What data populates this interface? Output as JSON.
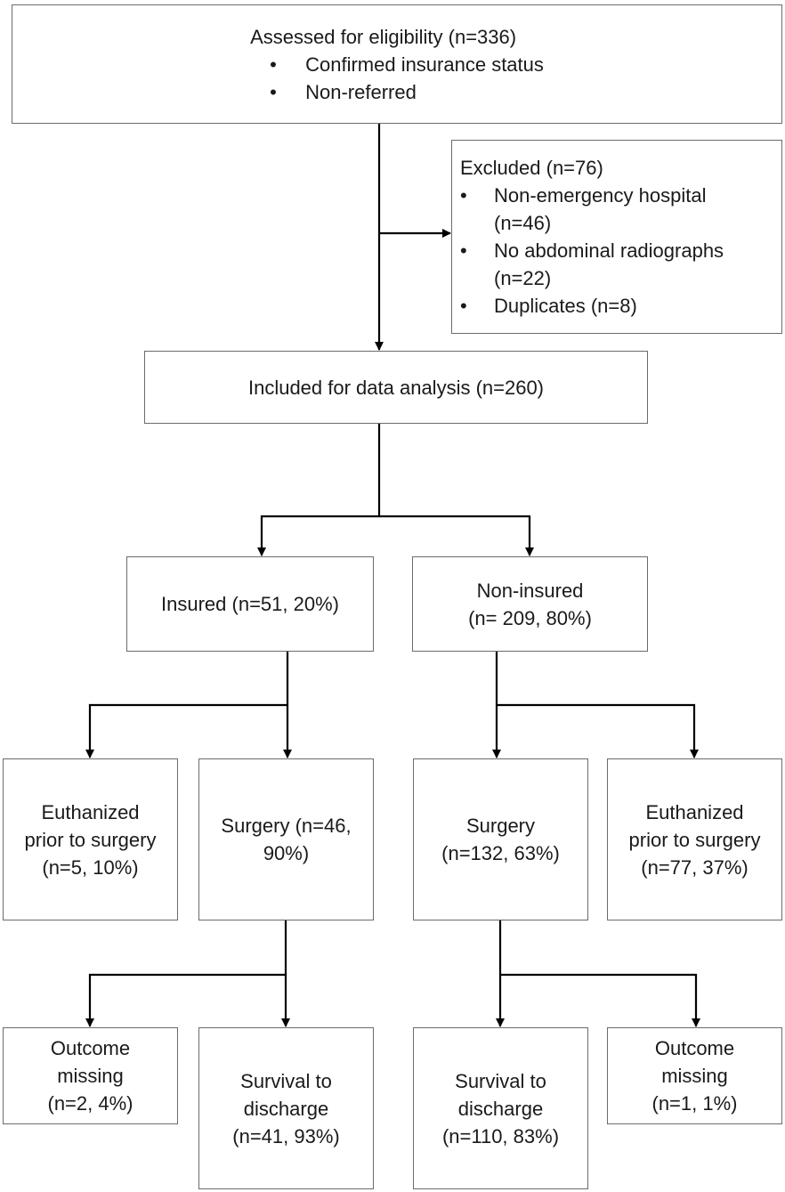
{
  "assessed": {
    "title": "Assessed for eligibility (n=336)",
    "criteria": [
      "Confirmed insurance status",
      "Non-referred"
    ]
  },
  "excluded": {
    "title": "Excluded (n=76)",
    "reasons": [
      [
        "Non-emergency hospital",
        "(n=46)"
      ],
      [
        "No abdominal radiographs",
        "(n=22)"
      ],
      [
        "Duplicates (n=8)"
      ]
    ]
  },
  "included": {
    "label": "Included for data analysis (n=260)"
  },
  "insured": {
    "label": [
      "Insured (n=51, 20%)"
    ],
    "euthanized": [
      "Euthanized",
      "prior to surgery",
      "(n=5, 10%)"
    ],
    "surgery": [
      "Surgery (n=46,",
      "90%)"
    ],
    "outcome_missing": [
      "Outcome",
      "missing",
      "(n=2, 4%)"
    ],
    "survival": [
      "Survival to",
      "discharge",
      "(n=41, 93%)"
    ]
  },
  "non_insured": {
    "label": [
      "Non-insured",
      "(n= 209, 80%)"
    ],
    "surgery": [
      "Surgery",
      "(n=132, 63%)"
    ],
    "euthanized": [
      "Euthanized",
      "prior to surgery",
      "(n=77, 37%)"
    ],
    "survival": [
      "Survival to",
      "discharge",
      "(n=110, 83%)"
    ],
    "outcome_missing": [
      "Outcome",
      "missing",
      "(n=1, 1%)"
    ]
  }
}
